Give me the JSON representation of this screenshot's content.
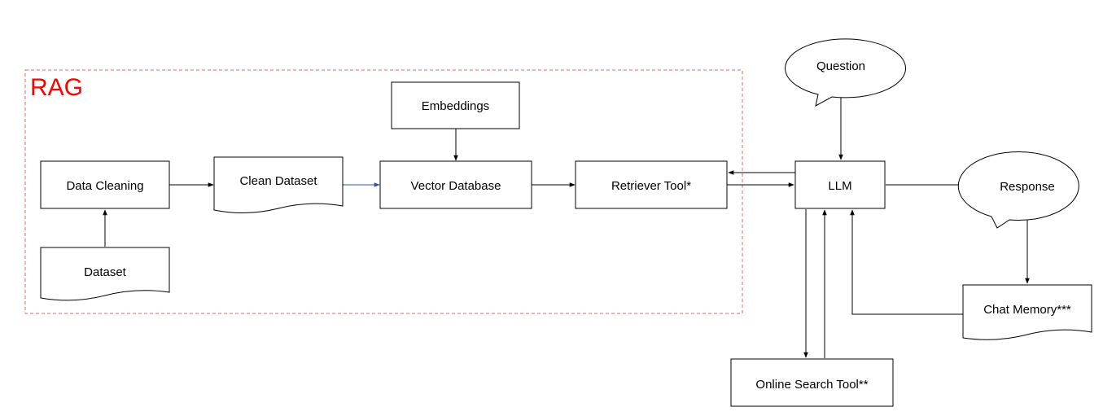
{
  "group": {
    "label": "RAG",
    "color": "#ff0000",
    "border_color": "#e06666"
  },
  "nodes": {
    "embeddings": "Embeddings",
    "question": "Question",
    "data_cleaning": "Data Cleaning",
    "clean_dataset": "Clean Dataset",
    "vector_database": "Vector Database",
    "retriever_tool": "Retriever Tool*",
    "llm": "LLM",
    "response": "Response",
    "dataset": "Dataset",
    "chat_memory": "Chat Memory***",
    "online_search_tool": "Online Search Tool**"
  },
  "edge_colors": {
    "default": "#000000",
    "clean_to_vector": "#2f5597"
  }
}
